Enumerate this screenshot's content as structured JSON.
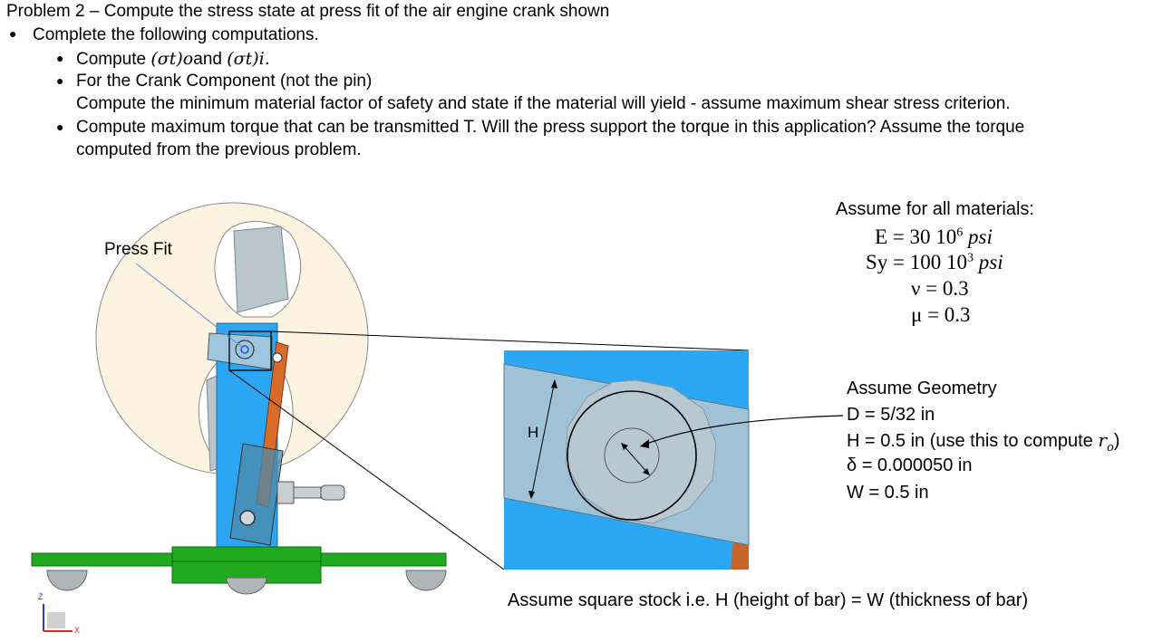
{
  "header": {
    "title": "Problem 2 – Compute the stress state at press fit of the air engine crank shown",
    "bullet1": "Complete the following computations.",
    "sub1_prefix": "Compute ",
    "sub1_a": "(σt)o",
    "sub1_and": "and",
    "sub1_b": "(σt)i.",
    "sub2_line1": "For the Crank Component (not the pin)",
    "sub2_line2": "Compute the minimum material factor of safety and state if the material will yield - assume maximum shear stress criterion.",
    "sub3_line1": "Compute maximum torque that can be transmitted T. Will the press support the torque in this application? Assume the torque",
    "sub3_line2": "computed from the previous problem."
  },
  "materials": {
    "heading": "Assume for all materials:",
    "E_lhs": "E = 30 10",
    "E_exp": "6",
    "E_unit": "psi",
    "Sy_lhs": "Sy = 100 10",
    "Sy_exp": "3",
    "Sy_unit": "psi",
    "nu": "ν = 0.3",
    "mu": "μ = 0.3"
  },
  "geometry": {
    "heading": "Assume Geometry",
    "D": "D = 5/32 in",
    "H_text": "H = 0.5 in (use this to compute ",
    "H_sym": "r",
    "H_sub": "o",
    "H_close": ")",
    "delta": "δ = 0.000050 in",
    "W": "W = 0.5 in"
  },
  "figure": {
    "press_fit_label": "Press Fit",
    "h_label": "H",
    "axis_z": "Z",
    "axis_x": "X"
  },
  "footer": {
    "note": "Assume square stock i.e. H (height of bar) = W (thickness of bar)"
  },
  "colors": {
    "flywheel": "#fdf3e1",
    "frame_blue": "#2aa6f2",
    "crank_bar": "#9ec7df",
    "pin_orange": "#d86a2a",
    "base_green": "#1faa1f"
  }
}
